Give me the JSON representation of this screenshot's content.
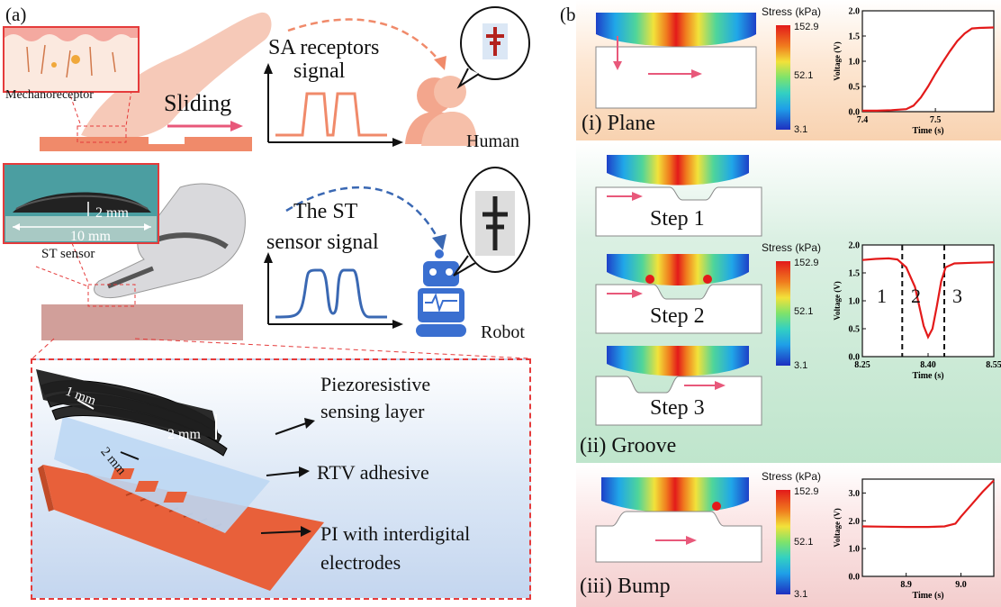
{
  "panel_a": {
    "label": "(a)",
    "mechanoreceptor": "Mechanoreceptor",
    "sliding": "Sliding",
    "sa_title_1": "SA receptors",
    "sa_title_2": "signal",
    "human": "Human",
    "st_size_1": "2 mm",
    "st_size_2": "10 mm",
    "st_sensor": "ST sensor",
    "st_title_1": "The ST",
    "st_title_2": "sensor signal",
    "robot": "Robot",
    "dim_1mm": "1 mm",
    "dim_2mm_a": "2 mm",
    "dim_2mm_b": "2 mm",
    "layer_1_a": "Piezoresistive",
    "layer_1_b": "sensing layer",
    "layer_2": "RTV adhesive",
    "layer_3_a": "PI with interdigital",
    "layer_3_b": "electrodes",
    "colors": {
      "human_signal": "#f08a6a",
      "robot_signal": "#3a68b3",
      "human_arrow": "#f08a6a",
      "robot_arrow": "#3a68b3"
    }
  },
  "panel_b": {
    "label": "(b)",
    "stress_title": "Stress (kPa)",
    "bar_max": "152.9",
    "bar_mid": "52.1",
    "bar_min": "3.1",
    "plane_label": "(i) Plane",
    "groove_label": "(ii)  Groove",
    "bump_label": "(iii) Bump",
    "step1": "Step 1",
    "step2": "Step 2",
    "step3": "Step 3",
    "region_1": "1",
    "region_2": "2",
    "region_3": "3",
    "xlabel": "Time (s)",
    "ylabel": "Voltage (V)"
  },
  "chart_data": [
    {
      "type": "line",
      "panel": "plane",
      "xlabel": "Time (s)",
      "ylabel": "Voltage (V)",
      "xlim": [
        7.4,
        7.58
      ],
      "ylim": [
        0,
        2.0
      ],
      "xticks": [
        "7.4",
        "7.5"
      ],
      "yticks": [
        "0.0",
        "0.5",
        "1.0",
        "1.5",
        "2.0"
      ],
      "x": [
        7.4,
        7.42,
        7.44,
        7.46,
        7.47,
        7.48,
        7.49,
        7.5,
        7.51,
        7.52,
        7.53,
        7.54,
        7.55,
        7.56,
        7.58
      ],
      "y": [
        0.02,
        0.02,
        0.03,
        0.05,
        0.12,
        0.28,
        0.5,
        0.75,
        0.98,
        1.2,
        1.4,
        1.55,
        1.65,
        1.66,
        1.67
      ]
    },
    {
      "type": "line",
      "panel": "groove",
      "xlabel": "Time (s)",
      "ylabel": "Voltage (V)",
      "xlim": [
        8.25,
        8.55
      ],
      "ylim": [
        0,
        2.0
      ],
      "xticks": [
        "8.25",
        "8.40",
        "8.55"
      ],
      "yticks": [
        "0.0",
        "0.5",
        "1.0",
        "1.5",
        "2.0"
      ],
      "x": [
        8.25,
        8.28,
        8.31,
        8.33,
        8.35,
        8.37,
        8.38,
        8.39,
        8.4,
        8.41,
        8.42,
        8.43,
        8.44,
        8.46,
        8.5,
        8.55
      ],
      "y": [
        1.73,
        1.75,
        1.76,
        1.74,
        1.6,
        1.25,
        0.9,
        0.55,
        0.35,
        0.5,
        0.9,
        1.35,
        1.6,
        1.67,
        1.68,
        1.69
      ],
      "markers": [
        8.341,
        8.437
      ]
    },
    {
      "type": "line",
      "panel": "bump",
      "xlabel": "Time (s)",
      "ylabel": "Voltage (V)",
      "xlim": [
        8.82,
        9.06
      ],
      "ylim": [
        0,
        3.5
      ],
      "xticks": [
        "8.9",
        "9.0"
      ],
      "yticks": [
        "0.0",
        "1.0",
        "2.0",
        "3.0"
      ],
      "x": [
        8.82,
        8.86,
        8.9,
        8.94,
        8.97,
        8.99,
        9.0,
        9.02,
        9.04,
        9.06
      ],
      "y": [
        1.8,
        1.79,
        1.78,
        1.78,
        1.8,
        1.9,
        2.15,
        2.6,
        3.05,
        3.45
      ]
    }
  ]
}
